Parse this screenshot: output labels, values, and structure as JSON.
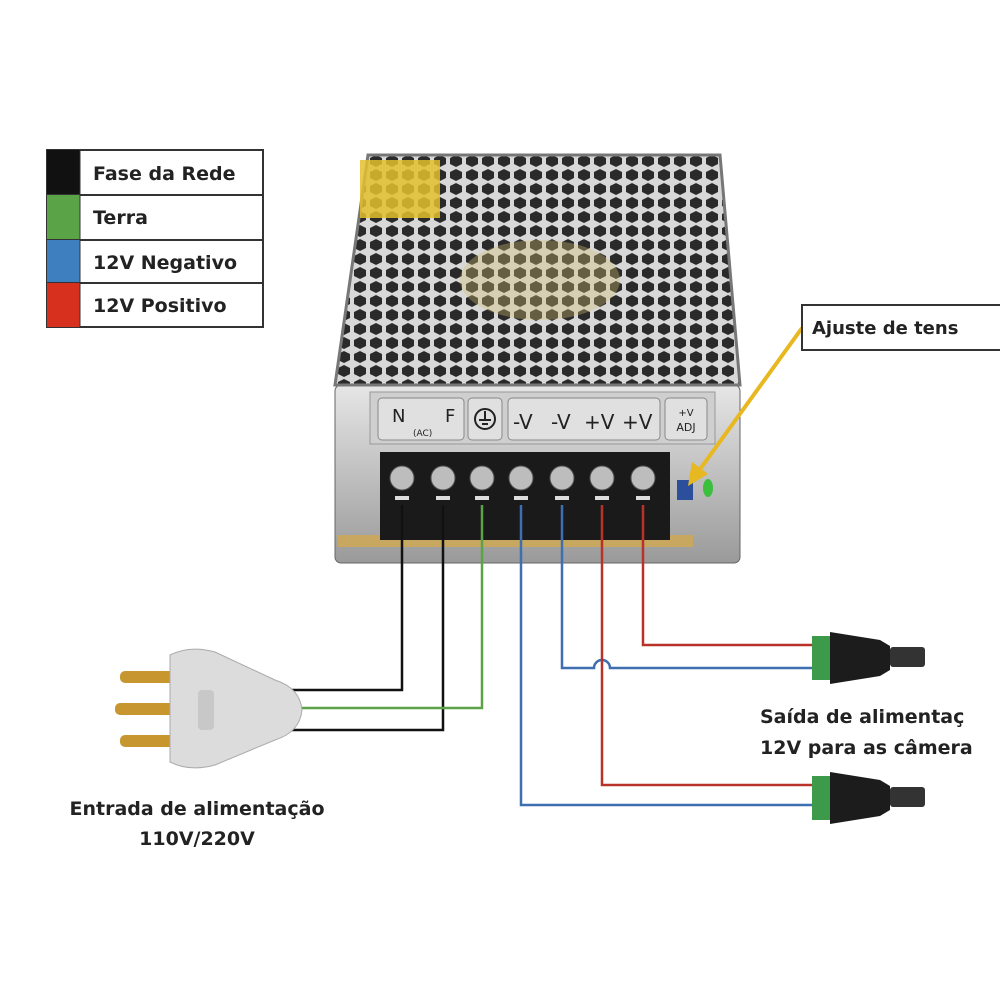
{
  "legend": {
    "items": [
      {
        "label": "Fase da Rede",
        "color": "#111111"
      },
      {
        "label": "Terra",
        "color": "#5aa346"
      },
      {
        "label": "12V Negativo",
        "color": "#3e7fc0"
      },
      {
        "label": "12V Positivo",
        "color": "#d8301f"
      }
    ]
  },
  "psu": {
    "terminal_labels": {
      "n": "N",
      "f": "F",
      "ac": "(AC)",
      "minus1": "-V",
      "minus2": "-V",
      "plus1": "+V",
      "plus2": "+V",
      "adj_top": "+V",
      "adj_bottom": "ADJ"
    }
  },
  "callouts": {
    "adjust": "Ajuste de tens",
    "input_line1": "Entrada de alimentação",
    "input_line2": "110V/220V",
    "output_line1": "Saída de alimentaç",
    "output_line2": "12V para as câmera"
  },
  "colors": {
    "arrow": "#e8b820",
    "black_wire": "#111111",
    "ground_wire": "#5aa346",
    "neg_wire": "#3e6fb0",
    "pos_wire": "#b8322a"
  }
}
